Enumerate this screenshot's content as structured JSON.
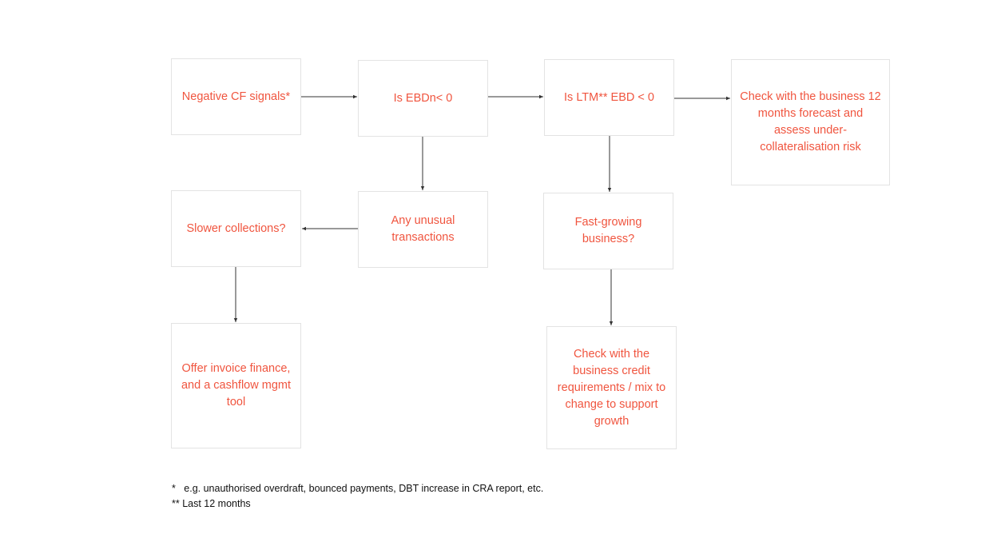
{
  "nodes": {
    "negative_cf": "Negative CF signals*",
    "ebdn": "Is EBDn< 0",
    "ltm": "Is LTM** EBD < 0",
    "forecast": "Check with the business 12 months forecast and assess under-collateralisation risk",
    "slower_collections": "Slower collections?",
    "unusual_transactions": "Any unusual transactions",
    "fast_growing": "Fast-growing business?",
    "invoice_finance": "Offer invoice finance, and a cashflow mgmt tool",
    "credit_requirements": "Check with the business credit requirements / mix to change to support growth"
  },
  "footnotes": {
    "note1": "*   e.g. unauthorised overdraft, bounced payments, DBT increase in CRA report, etc.",
    "note2": "** Last 12 months"
  },
  "colors": {
    "node_text": "#f0553f",
    "node_border": "#e3e3e3",
    "arrow": "#333333"
  }
}
